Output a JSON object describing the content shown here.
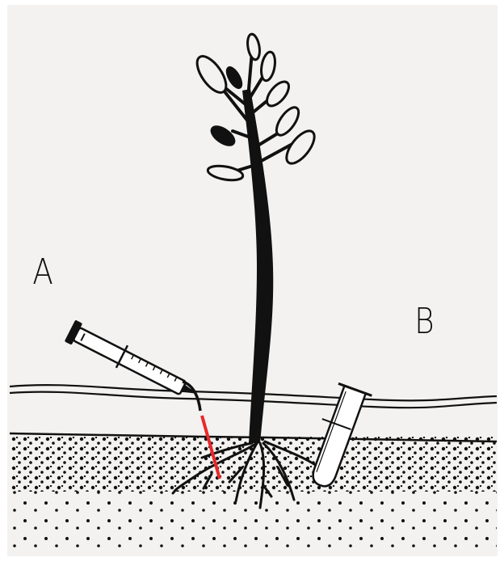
{
  "labels": {
    "a": "A",
    "b": "B"
  },
  "colors": {
    "paper": "#f3f2f0",
    "ink": "#111111",
    "needle_red": "#e8282a",
    "syringe_fill": "#ffffff"
  },
  "icons": [
    "sapling-drawing",
    "syringe-icon",
    "test-tube-icon",
    "soil-texture",
    "water-line"
  ]
}
